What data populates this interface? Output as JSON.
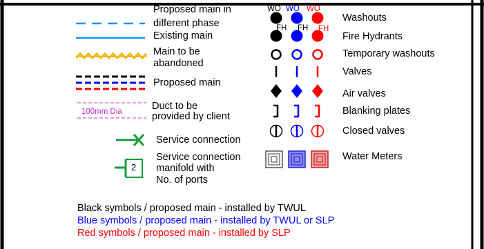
{
  "legend": {
    "left": {
      "proposed_main_phase": [
        "Proposed main in",
        "different phase"
      ],
      "existing_main": "Existing main",
      "main_abandoned": [
        "Main to be",
        "abandoned"
      ],
      "proposed_main": "Proposed main",
      "duct_sample": "100mm Dia",
      "duct": [
        "Duct to be",
        "provided by client"
      ],
      "service_connection": "Service connection",
      "manifold_ports": "2",
      "service_manifold": [
        "Service connection",
        "manifold with",
        "No. of ports"
      ]
    },
    "right": {
      "wo_tag": "WO",
      "fh_tag": "FH",
      "washouts": "Washouts",
      "fire_hydrants": "Fire Hydrants",
      "temporary_washouts": "Temporary washouts",
      "valves": "Valves",
      "air_valves": "Air valves",
      "blanking_plates": "Blanking plates",
      "closed_valves": "Closed valves",
      "water_meters": "Water Meters"
    },
    "notes": [
      "Black symbols / proposed main - installed by TWUL",
      "Blue symbols / proposed main - installed by TWUL or SLP",
      "Red symbols / proposed main - installed by SLP"
    ],
    "colors": {
      "black": "#000000",
      "blue": "#0000ff",
      "red": "#ff0000",
      "light_blue": "#1e90ff",
      "green": "#1a9b3c",
      "orange": "#f2b705",
      "magenta": "#cc33cc"
    }
  }
}
